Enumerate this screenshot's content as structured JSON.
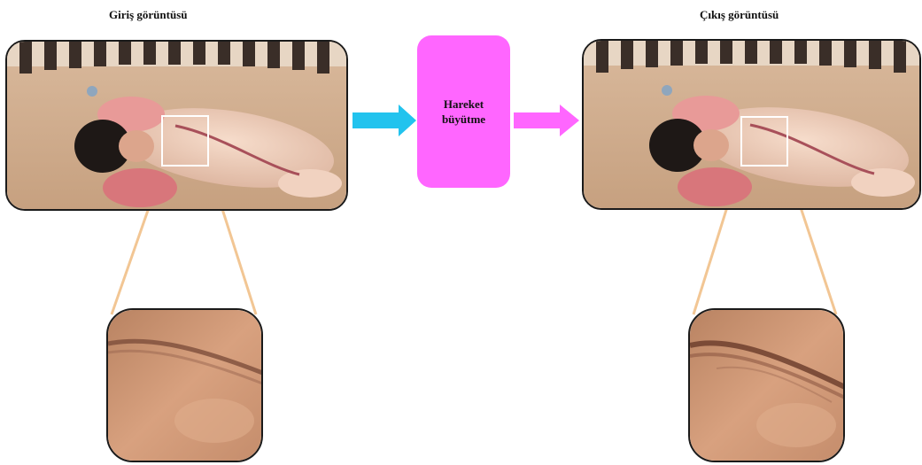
{
  "input_label": "Giriş görüntüsü",
  "output_label": "Çıkış görüntüsü",
  "process": {
    "line1": "Hareket",
    "line2": "büyütme"
  },
  "colors": {
    "arrow_in": "#22c3ee",
    "arrow_out": "#ff66ff",
    "process_box": "#ff66ff",
    "connector": "#f2c694",
    "roi_box": "#ffffff"
  }
}
